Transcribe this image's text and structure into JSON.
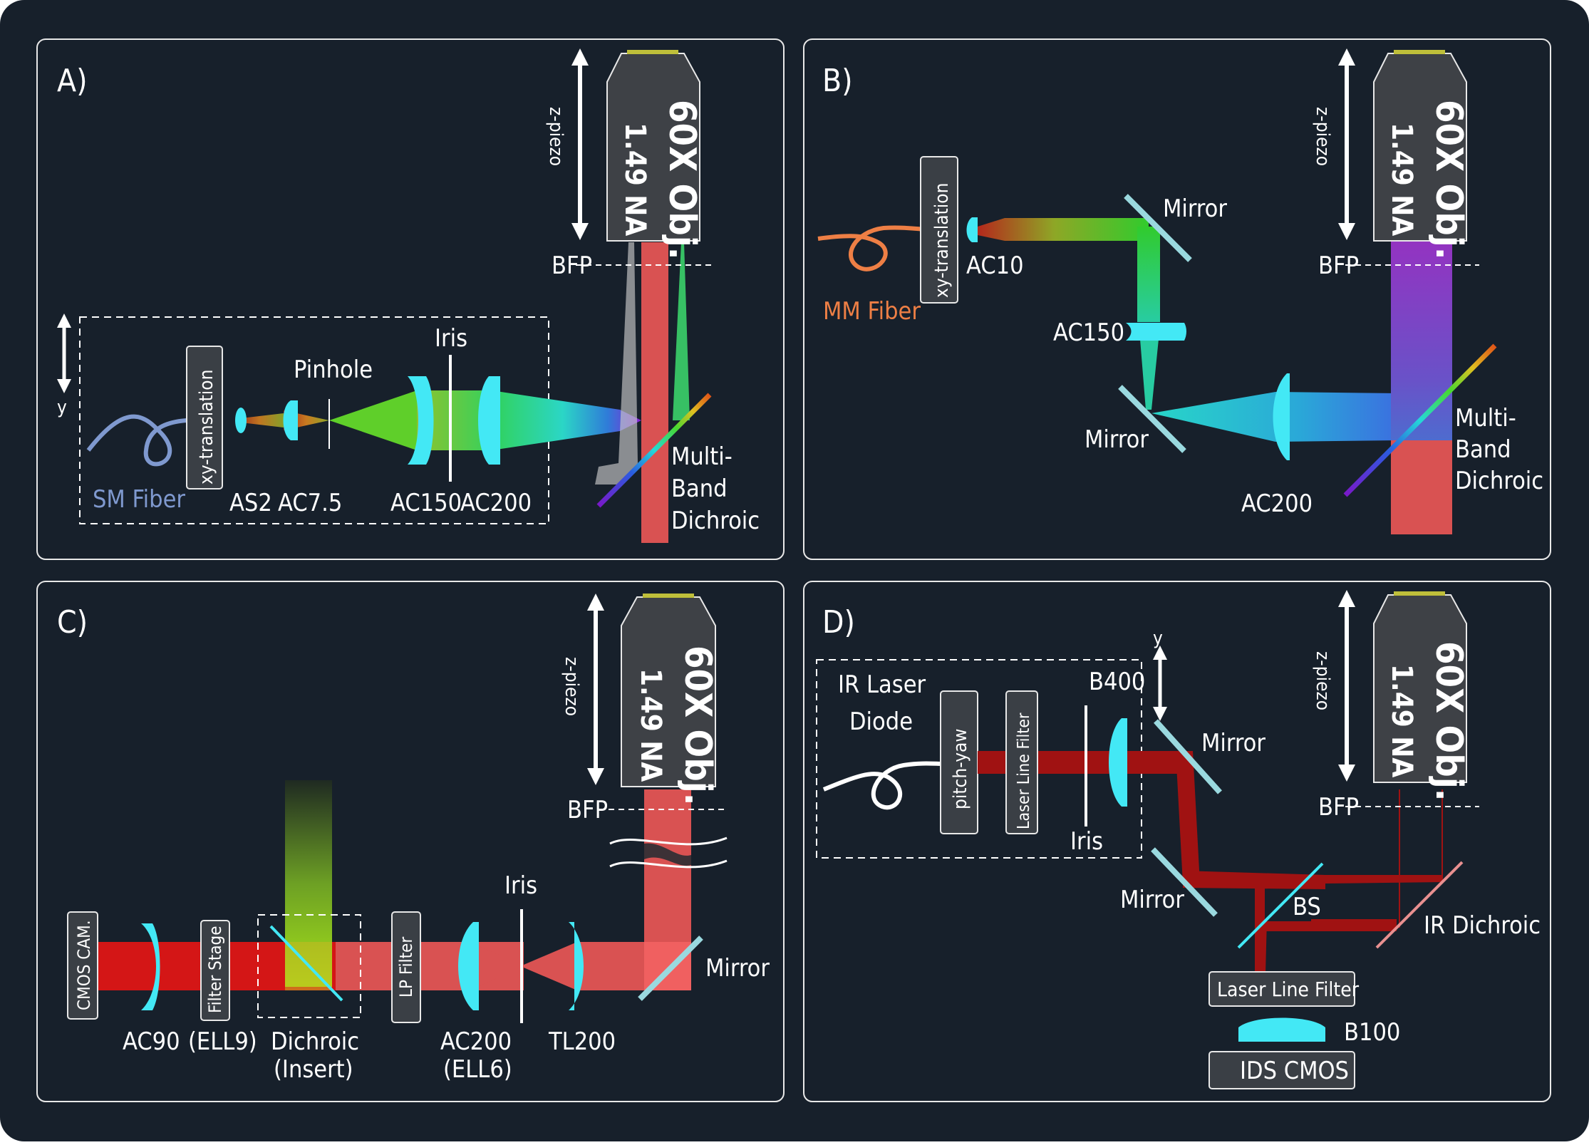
{
  "panels": {
    "a": {
      "letter": "A)",
      "objective_line1": "60X Obj.",
      "objective_line2": "1.49 NA",
      "zpiezo": "z-piezo",
      "bfp": "BFP",
      "y": "y",
      "xy_translation": "xy-translation",
      "sm_fiber": "SM Fiber",
      "as2": "AS2",
      "ac75": "AC7.5",
      "pinhole": "Pinhole",
      "iris": "Iris",
      "ac150": "AC150",
      "ac200": "AC200",
      "dichroic_1": "Multi-",
      "dichroic_2": "Band",
      "dichroic_3": "Dichroic"
    },
    "b": {
      "letter": "B)",
      "objective_line1": "60X Obj.",
      "objective_line2": "1.49 NA",
      "zpiezo": "z-piezo",
      "bfp": "BFP",
      "xy_translation": "xy-translation",
      "mm_fiber": "MM Fiber",
      "ac10": "AC10",
      "mirror_top": "Mirror",
      "ac150": "AC150",
      "mirror_bottom": "Mirror",
      "ac200": "AC200",
      "dichroic_1": "Multi-",
      "dichroic_2": "Band",
      "dichroic_3": "Dichroic"
    },
    "c": {
      "letter": "C)",
      "objective_line1": "60X Obj.",
      "objective_line2": "1.49 NA",
      "zpiezo": "z-piezo",
      "bfp": "BFP",
      "cmos_cam": "CMOS CAM.",
      "filter_stage": "Filter Stage",
      "lp_filter": "LP Filter",
      "ac90": "AC90",
      "ell9": "(ELL9)",
      "dichroic": "Dichroic",
      "insert": "(Insert)",
      "ac200": "AC200",
      "ell6": "(ELL6)",
      "iris": "Iris",
      "tl200": "TL200",
      "mirror": "Mirror"
    },
    "d": {
      "letter": "D)",
      "objective_line1": "60X Obj.",
      "objective_line2": "1.49 NA",
      "zpiezo": "z-piezo",
      "bfp": "BFP",
      "ir_laser_1": "IR Laser",
      "ir_laser_2": "Diode",
      "pitch_yaw": "pitch-yaw",
      "laser_line_filter_v": "Laser Line Filter",
      "b400": "B400",
      "y": "y",
      "iris": "Iris",
      "mirror_top": "Mirror",
      "mirror_bottom": "Mirror",
      "bs": "BS",
      "ir_dichroic": "IR Dichroic",
      "laser_line_filter_h": "Laser Line Filter",
      "b100": "B100",
      "ids_cmos": "IDS CMOS"
    }
  },
  "colors": {
    "background": "#17202b",
    "panel_stroke": "#e8e8e8",
    "objective": "#3e4146",
    "lens": "#43e8f5",
    "red_beam": "#d95252",
    "ir_beam": "#a01212",
    "sm_fiber": "#7f99cf",
    "mm_fiber": "#ee7f45"
  }
}
